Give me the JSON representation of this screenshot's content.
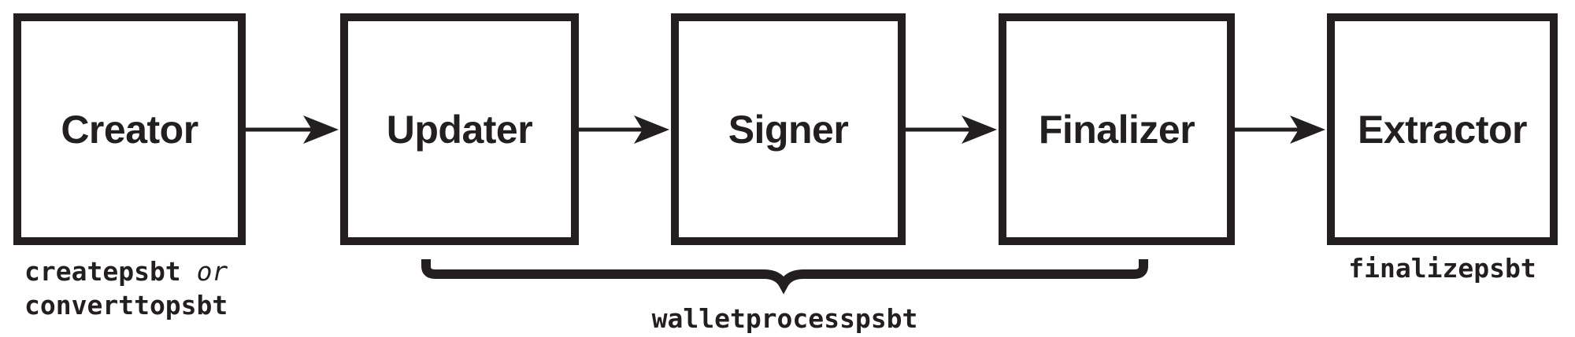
{
  "diagram": {
    "boxes": [
      {
        "label": "Creator"
      },
      {
        "label": "Updater"
      },
      {
        "label": "Signer"
      },
      {
        "label": "Finalizer"
      },
      {
        "label": "Extractor"
      }
    ],
    "captions": {
      "creator_line1_command": "createpsbt",
      "creator_line1_conjunction": "or",
      "creator_line2_command": "converttopsbt",
      "wallet_command": "walletprocesspsbt",
      "extractor_command": "finalizepsbt"
    },
    "colors": {
      "ink": "#231f20",
      "background": "#ffffff"
    }
  }
}
